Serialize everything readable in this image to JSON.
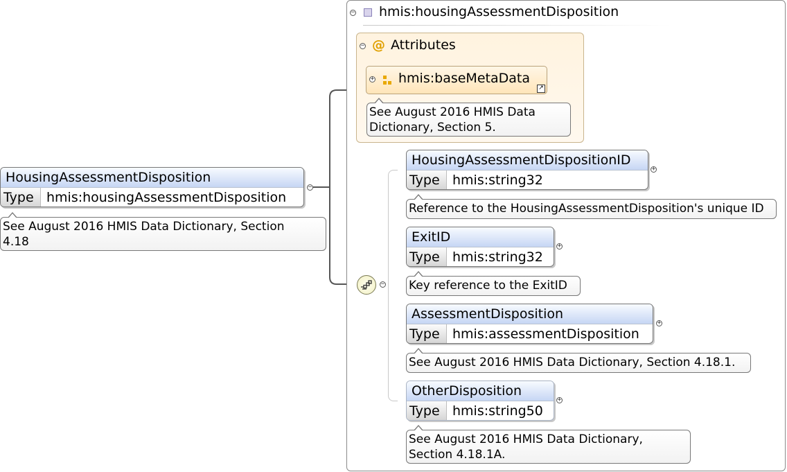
{
  "root_element": {
    "name": "HousingAssessmentDisposition",
    "type_label": "Type",
    "type_value": "hmis:housingAssessmentDisposition",
    "annotation": [
      "See August 2016 HMIS Data Dictionary, Section",
      "4.18"
    ]
  },
  "complex_type": {
    "title": "hmis:housingAssessmentDisposition",
    "attributes": {
      "title": "Attributes",
      "icon": "@",
      "items": [
        {
          "name": "hmis:baseMetaData",
          "annotation": [
            "See August 2016 HMIS Data",
            "Dictionary, Section 5."
          ]
        }
      ]
    },
    "sequence": [
      {
        "name": "HousingAssessmentDispositionID",
        "type_label": "Type",
        "type_value": "hmis:string32",
        "annotation": [
          "Reference to the HousingAssessmentDisposition's unique ID"
        ]
      },
      {
        "name": "ExitID",
        "type_label": "Type",
        "type_value": "hmis:string32",
        "annotation": [
          "Key reference to the ExitID"
        ]
      },
      {
        "name": "AssessmentDisposition",
        "type_label": "Type",
        "type_value": "hmis:assessmentDisposition",
        "annotation": [
          "See August 2016 HMIS Data Dictionary, Section 4.18.1."
        ]
      },
      {
        "name": "OtherDisposition",
        "type_label": "Type",
        "type_value": "hmis:string50",
        "annotation": [
          "See August 2016 HMIS Data Dictionary,",
          "Section 4.18.1A."
        ]
      }
    ]
  },
  "colors": {
    "element_header": "#c6d6f4",
    "attribute_fill": "#ffe5b9",
    "attribute_icon": "#e8a800",
    "type_icon": "#d9d4ec"
  }
}
